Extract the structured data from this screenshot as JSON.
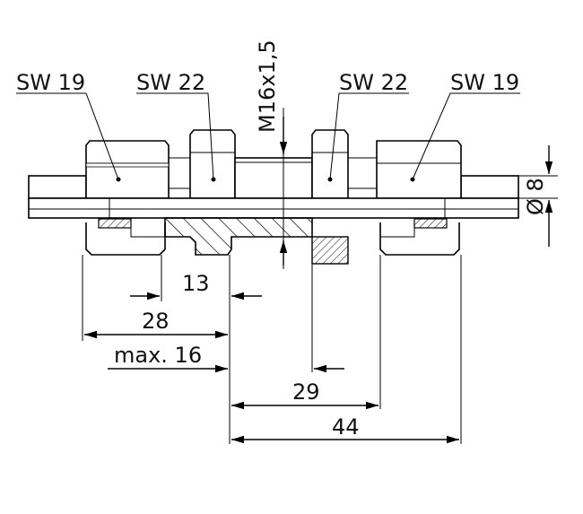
{
  "labels": {
    "sw19_left": "SW 19",
    "sw22_left": "SW 22",
    "sw22_right": "SW 22",
    "sw19_right": "SW 19",
    "thread": "M16x1,5",
    "diameter": "Ø 8"
  },
  "dimensions": {
    "d13": "13",
    "d28": "28",
    "dmax16": "max. 16",
    "d29": "29",
    "d44": "44"
  }
}
